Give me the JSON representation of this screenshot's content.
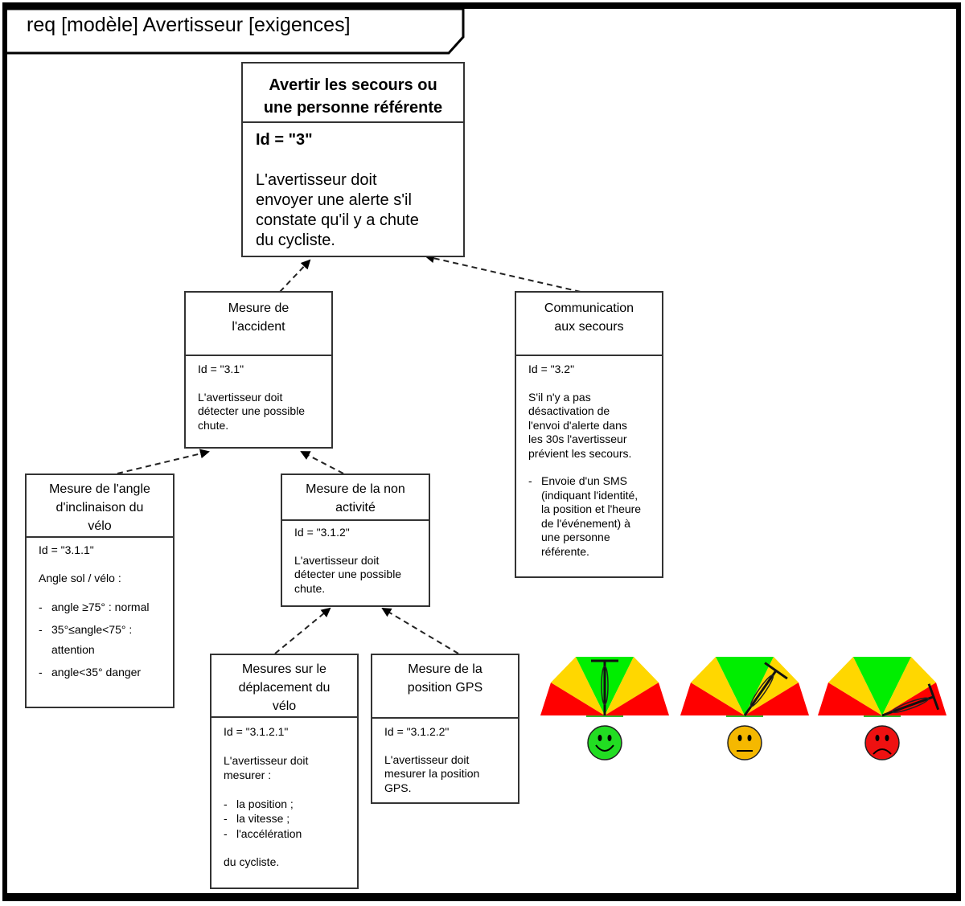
{
  "diagram": {
    "frame_title": "req [modèle] Avertisseur [exigences]",
    "requirements": {
      "r3": {
        "title": [
          "Avertir les secours ou",
          "une personne référente"
        ],
        "id": "Id = \"3\"",
        "text": [
          "L'avertisseur doit",
          "envoyer une alerte s'il",
          "constate qu'il y a chute",
          "du cycliste."
        ]
      },
      "r31": {
        "title": [
          "Mesure de",
          "l'accident"
        ],
        "id": "Id = \"3.1\"",
        "text": [
          "L'avertisseur doit",
          "détecter une possible",
          "chute."
        ]
      },
      "r32": {
        "title": [
          "Communication",
          "aux secours"
        ],
        "id": "Id = \"3.2\"",
        "text": [
          "S'il n'y a pas",
          "désactivation de",
          "l'envoi d'alerte dans",
          "les 30s l'avertisseur",
          "prévient les secours."
        ],
        "bullet": [
          "Envoie d'un SMS",
          "(indiquant l'identité,",
          "la position et l'heure",
          "de l'événement) à",
          "une personne",
          "référente."
        ]
      },
      "r311": {
        "title": [
          "Mesure de l'angle",
          "d'inclinaison du",
          "vélo"
        ],
        "id": "Id = \"3.1.1\"",
        "intro": "Angle sol / vélo :",
        "items": [
          {
            "line1": "angle ≥75° : normal"
          },
          {
            "line1": "35°≤angle<75° :",
            "line2": "attention"
          },
          {
            "line1": "angle<35° danger"
          }
        ]
      },
      "r312": {
        "title": [
          "Mesure de la non",
          "activité"
        ],
        "id": "Id = \"3.1.2\"",
        "text": [
          "L'avertisseur doit",
          "détecter une possible",
          "chute."
        ]
      },
      "r3121": {
        "title": [
          "Mesures sur le",
          "déplacement du",
          "vélo"
        ],
        "id": "Id = \"3.1.2.1\"",
        "text": [
          "L'avertisseur doit",
          "mesurer :"
        ],
        "items": [
          "la position ;",
          "la vitesse ;",
          "l'accélération"
        ],
        "outro": "du cycliste."
      },
      "r3122": {
        "title": [
          "Mesure de la",
          "position GPS"
        ],
        "id": "Id = \"3.1.2.2\"",
        "text": [
          "L'avertisseur doit",
          "mesurer la position",
          "GPS."
        ]
      }
    },
    "bullet_dash": "-",
    "gauges": [
      {
        "state": "normal",
        "face": "smile-face",
        "color": "#22dd22",
        "bike_angle_deg": 90
      },
      {
        "state": "attention",
        "face": "neutral-face",
        "color": "#f5b800",
        "bike_angle_deg": 55
      },
      {
        "state": "danger",
        "face": "sad-face",
        "color": "#ee1111",
        "bike_angle_deg": 20
      }
    ],
    "colors": {
      "green": "#00ee00",
      "yellow": "#ffd700",
      "red": "#ff0000",
      "line": "#333333"
    }
  }
}
